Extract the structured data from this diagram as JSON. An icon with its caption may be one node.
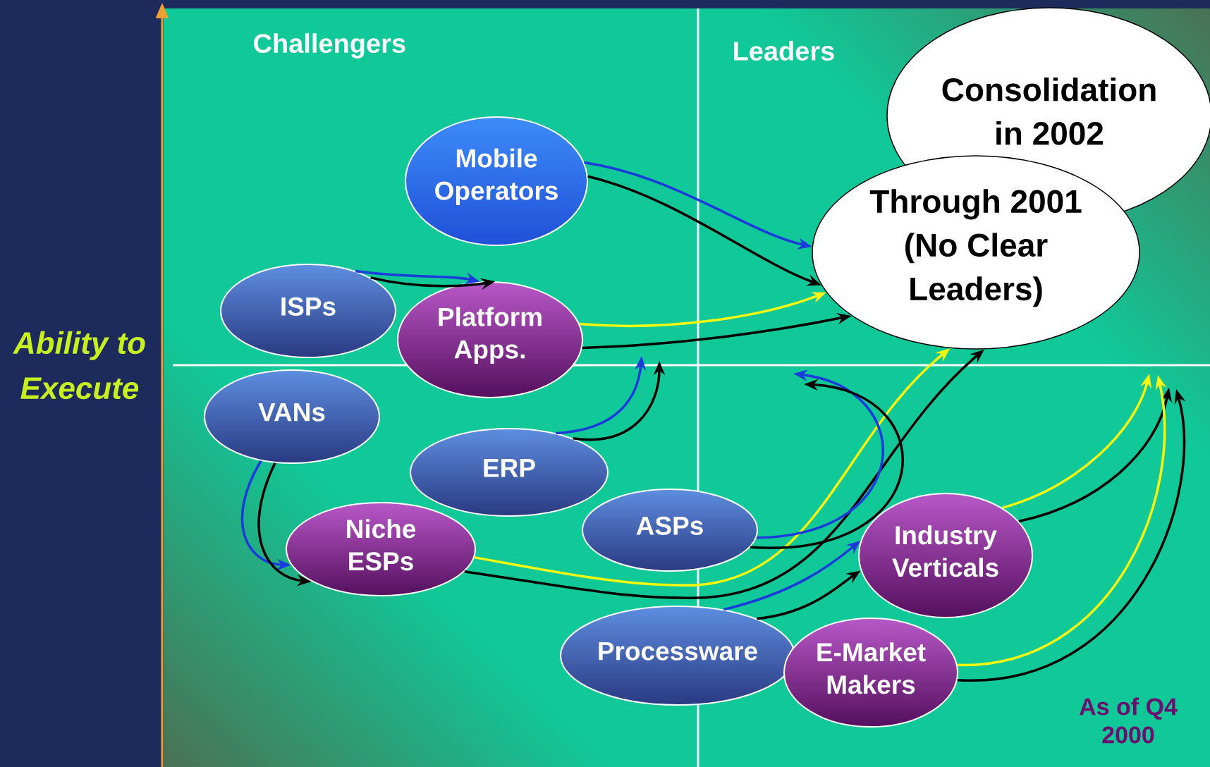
{
  "diagram": {
    "nodes": [
      {
        "text": [
          "Mobile Operators"
        ]
      },
      {
        "text": [
          "ISPs"
        ]
      },
      {
        "text": [
          "Platform Apps."
        ]
      },
      {
        "text": [
          "VANs"
        ]
      },
      {
        "text": [
          "ERP"
        ]
      },
      {
        "text": [
          "Niche ESPs"
        ]
      },
      {
        "text": [
          "ASPs"
        ]
      },
      {
        "text": [
          "Processware"
        ]
      },
      {
        "text": [
          "Industry Verticals"
        ]
      },
      {
        "text": [
          "E-Market Makers"
        ]
      },
      {
        "text": [
          "Consolidation in 2002"
        ]
      },
      {
        "text": [
          "Through 2001",
          "(No Clear Leaders)"
        ]
      }
    ],
    "edges": [
      {
        "from": 0,
        "to": 11,
        "arrow": "to",
        "color": "#1a3adc"
      },
      {
        "from": 0,
        "to": 11,
        "arrow": "to"
      },
      {
        "from": 1,
        "to": 2,
        "arrow": "to",
        "color": "#1a3adc"
      },
      {
        "from": 1,
        "to": 2,
        "arrow": "to"
      },
      {
        "from": 2,
        "to": 11,
        "arrow": "to",
        "color": "#f8f810"
      },
      {
        "from": 2,
        "to": 11,
        "arrow": "to"
      },
      {
        "from": 4,
        "to": null,
        "arrow": "to",
        "color": "#1a3adc"
      },
      {
        "from": 4,
        "to": null,
        "arrow": "to"
      },
      {
        "from": 3,
        "to": 5,
        "arrow": "to",
        "color": "#1a3adc"
      },
      {
        "from": 3,
        "to": 5,
        "arrow": "to"
      },
      {
        "from": 5,
        "to": 11,
        "arrow": "to",
        "color": "#f8f810"
      },
      {
        "from": 5,
        "to": 11,
        "arrow": "to"
      },
      {
        "from": 6,
        "to": null,
        "arrow": "to",
        "color": "#1a3adc"
      },
      {
        "from": 6,
        "to": null,
        "arrow": "to"
      },
      {
        "from": 7,
        "to": 8,
        "arrow": "to",
        "color": "#1a3adc"
      },
      {
        "from": 7,
        "to": 8,
        "arrow": "to"
      },
      {
        "from": 8,
        "to": null,
        "arrow": "to",
        "color": "#f8f810"
      },
      {
        "from": 8,
        "to": null,
        "arrow": "to"
      },
      {
        "from": 9,
        "to": null,
        "arrow": "to",
        "color": "#f8f810"
      },
      {
        "from": 9,
        "to": null,
        "arrow": "to"
      }
    ],
    "labels": [
      "Challengers",
      "Leaders",
      "Ability to Execute",
      "As of Q4 2000"
    ]
  }
}
